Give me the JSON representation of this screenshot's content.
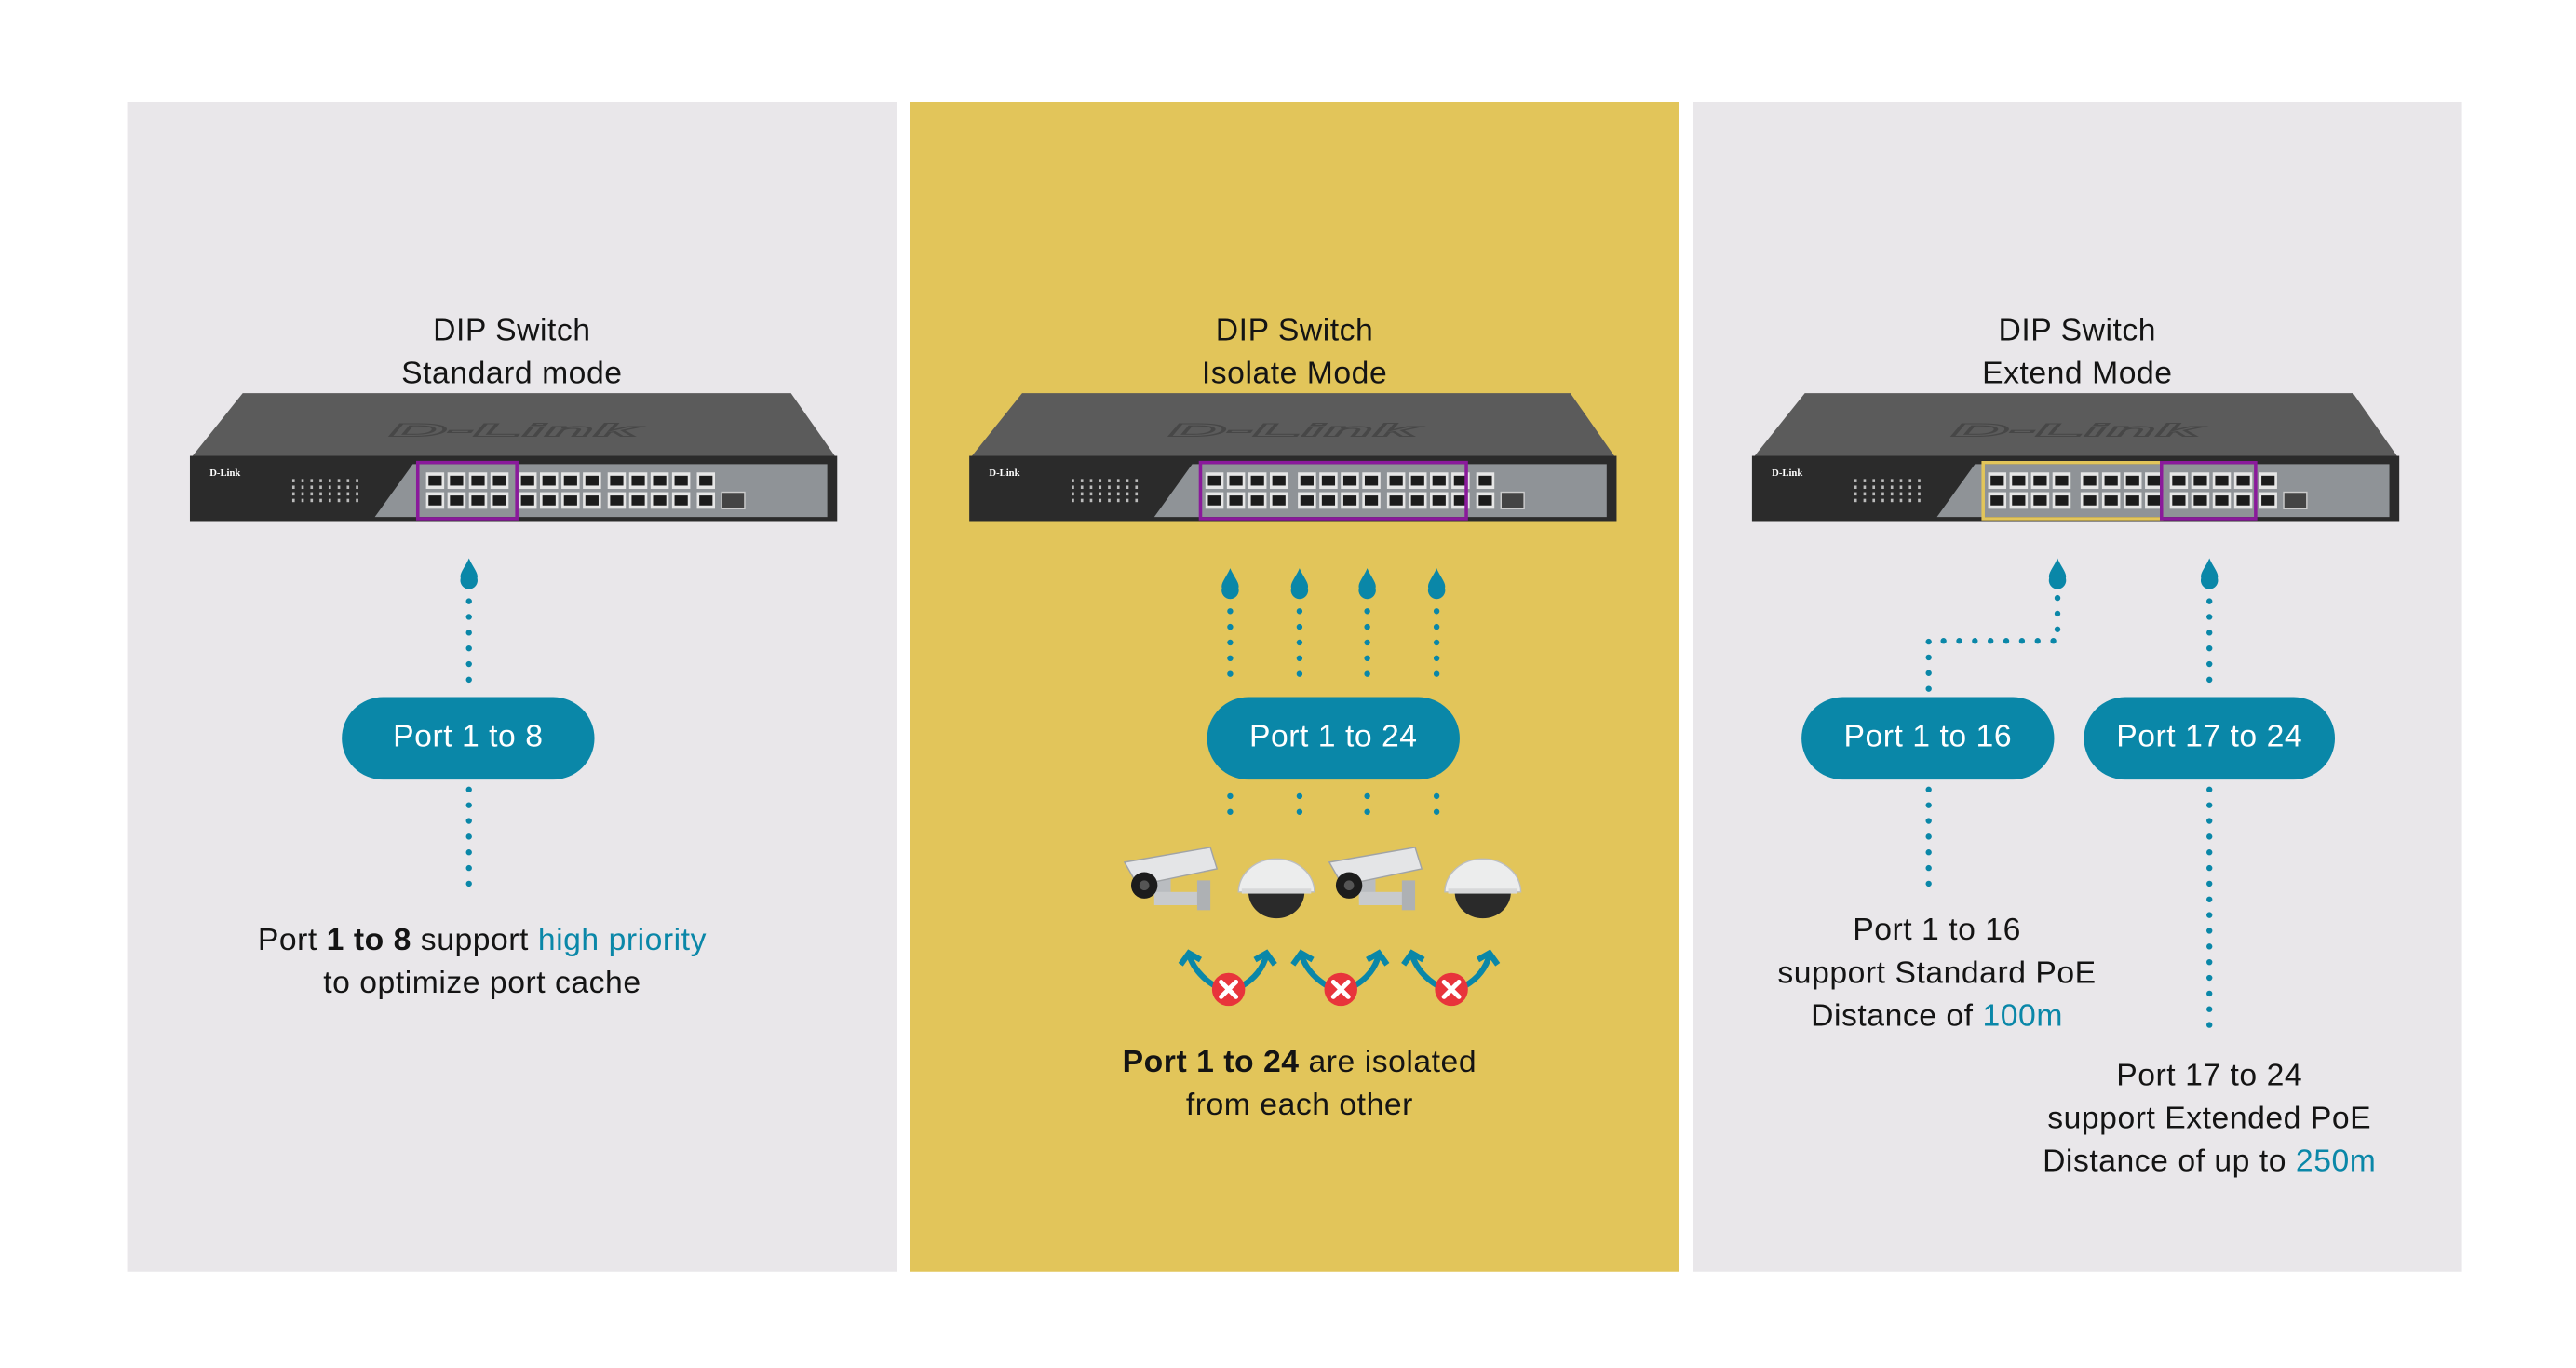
{
  "brand": "D-Link",
  "colors": {
    "panel_gray": "#e9e7ea",
    "panel_highlight": "#e2c55a",
    "accent": "#0a87a8",
    "port_highlight": "#8a1a9b",
    "port_highlight_extend": "#e2c55a",
    "blocked": "#e8343b"
  },
  "panels": [
    {
      "title_line1": "DIP Switch",
      "title_line2": "Standard mode",
      "pill": "Port 1 to 8",
      "desc": {
        "l1_a": "Port ",
        "l1_b": "1 to 8",
        "l1_c": " support ",
        "l1_d": "high priority",
        "l2": "to optimize port cache"
      }
    },
    {
      "title_line1": "DIP Switch",
      "title_line2": "Isolate Mode",
      "pill": "Port 1 to 24",
      "desc": {
        "l1_b": "Port 1 to 24",
        "l1_c": " are isolated",
        "l2": "from each other"
      }
    },
    {
      "title_line1": "DIP Switch",
      "title_line2": "Extend Mode",
      "pills": [
        "Port 1 to 16",
        "Port 17 to 24"
      ],
      "desc_a": {
        "l1": "Port 1 to 16",
        "l2": "support Standard PoE",
        "l3_a": "Distance of ",
        "l3_b": "100m"
      },
      "desc_b": {
        "l1": "Port 17 to 24",
        "l2": "support Extended PoE",
        "l3_a": "Distance of up to ",
        "l3_b": "250m"
      }
    }
  ]
}
